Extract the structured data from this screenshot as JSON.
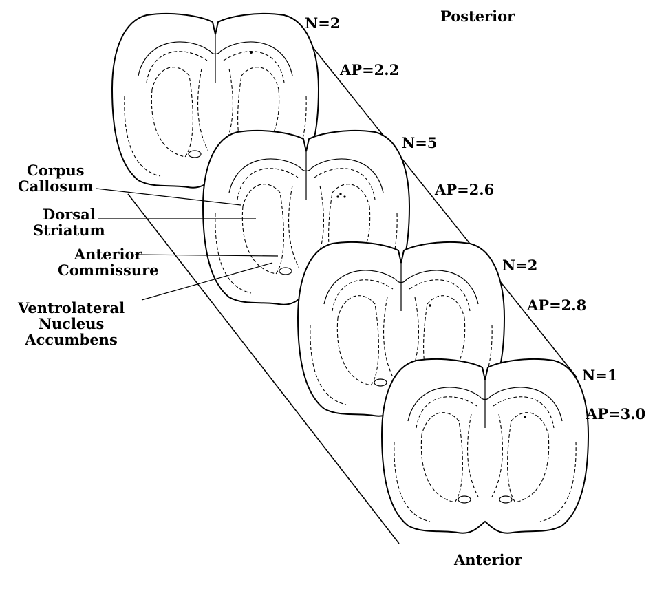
{
  "orientation": {
    "posterior": "Posterior",
    "anterior": "Anterior"
  },
  "sections": [
    {
      "n": "N=2",
      "ap": "AP=2.2"
    },
    {
      "n": "N=5",
      "ap": "AP=2.6"
    },
    {
      "n": "N=2",
      "ap": "AP=2.8"
    },
    {
      "n": "N=1",
      "ap": "AP=3.0"
    }
  ],
  "structures": {
    "corpus_callosum": [
      "Corpus",
      "Callosum"
    ],
    "dorsal_striatum": [
      "Dorsal",
      "Striatum"
    ],
    "anterior_commissure": [
      "Anterior",
      "Commissure"
    ],
    "ventrolateral_nucleus_accumbens": [
      "Ventrolateral",
      "Nucleus",
      "Accumbens"
    ]
  }
}
